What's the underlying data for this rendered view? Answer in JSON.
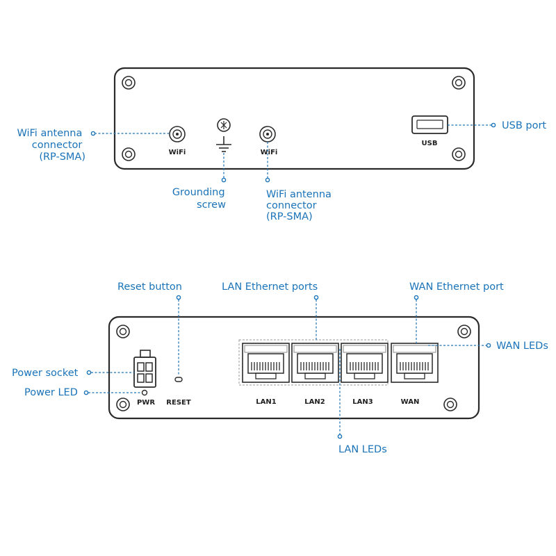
{
  "front_panel": {
    "port_labels": {
      "wifi_left": "WiFi",
      "wifi_right": "WiFi",
      "usb": "USB"
    },
    "callouts": {
      "wifi_left": [
        "WiFi antenna",
        "connector",
        "(RP-SMA)"
      ],
      "grounding": [
        "Grounding",
        "screw"
      ],
      "wifi_right": [
        "WiFi antenna",
        "connector",
        "(RP-SMA)"
      ],
      "usb": "USB port"
    }
  },
  "back_panel": {
    "port_labels": {
      "pwr": "PWR",
      "reset": "RESET",
      "lan1": "LAN1",
      "lan2": "LAN2",
      "lan3": "LAN3",
      "wan": "WAN"
    },
    "callouts": {
      "reset_button": "Reset button",
      "lan_ports": "LAN Ethernet ports",
      "wan_port": "WAN Ethernet port",
      "wan_leds": "WAN LEDs",
      "power_socket": "Power socket",
      "power_led": "Power LED",
      "lan_leds": "LAN LEDs"
    }
  },
  "colors": {
    "accent": "#1a73b8",
    "outline": "#2a2a2a"
  }
}
